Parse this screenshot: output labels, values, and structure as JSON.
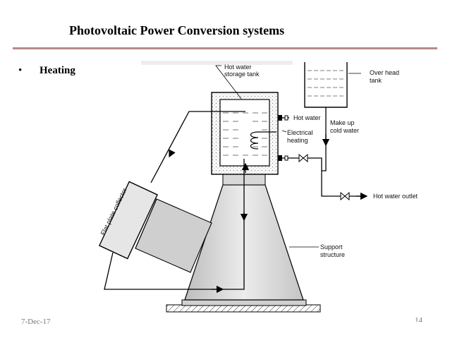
{
  "slide": {
    "title": "Photovoltaic Power Conversion systems",
    "bullet": "Heating",
    "bullet_marker": "•",
    "date": "7-Dec-17",
    "page": "14"
  },
  "diagram": {
    "labels": {
      "hot_water_storage_tank_1": "Hot water",
      "hot_water_storage_tank_2": "storage tank",
      "over_head_tank_1": "Over head",
      "over_head_tank_2": "tank",
      "hot_water": "Hot water",
      "make_up_1": "Make up",
      "make_up_2": "cold water",
      "electrical_heating_1": "Electrical",
      "electrical_heating_2": "heating",
      "hot_water_outlet": "Hot water outlet",
      "flat_plate_collector": "Flat plate collector",
      "support_structure_1": "Support",
      "support_structure_2": "structure"
    }
  }
}
